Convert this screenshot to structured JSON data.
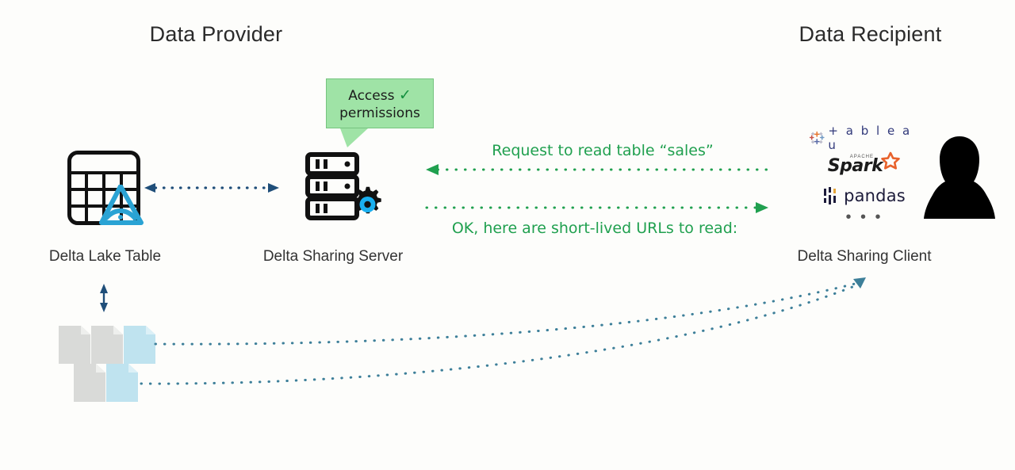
{
  "diagram": {
    "title_left": "Data Provider",
    "title_right": "Data Recipient",
    "background_color": "#fdfdfb"
  },
  "provider": {
    "table": {
      "caption": "Delta Lake Table",
      "icon": "delta-lake-table-icon",
      "accent_color": "#2aa3d4"
    },
    "server": {
      "caption": "Delta Sharing Server",
      "icon": "sharing-server-icon",
      "gear_color": "#1ab0f0"
    },
    "callout": {
      "line1": "Access",
      "line2": "permissions",
      "check": "✓",
      "background_color": "#9fe3a6",
      "check_color": "#13903f"
    },
    "files": {
      "note": "object storage files",
      "gray_color": "#d9dad8",
      "blue_color": "#bfe3ef",
      "row1": [
        "gray",
        "gray",
        "blue"
      ],
      "row2": [
        "gray",
        "blue"
      ]
    }
  },
  "messages": {
    "request": "Request to read table “sales”",
    "response": "OK, here are short-lived URLs to read:",
    "color": "#20a04f"
  },
  "recipient": {
    "caption": "Delta Sharing Client",
    "clients": [
      {
        "name": "tableau",
        "label": "+ a b l e a u",
        "type": "tableau-logo"
      },
      {
        "name": "spark",
        "label": "Spark",
        "sublabel": "APACHE",
        "type": "spark-logo"
      },
      {
        "name": "pandas",
        "label": "pandas",
        "type": "pandas-logo"
      },
      {
        "name": "more",
        "label": "• • •",
        "type": "ellipsis"
      }
    ],
    "avatar": "person-silhouette-icon"
  },
  "connectors": {
    "table_server": {
      "style": "dotted",
      "color": "#1f4e79",
      "direction": "bidirectional"
    },
    "table_files": {
      "style": "solid",
      "color": "#1f4e79",
      "direction": "bidirectional-vertical"
    },
    "request_arrow": {
      "style": "dotted",
      "color": "#20a04f",
      "direction": "right-to-left"
    },
    "response_arrow": {
      "style": "dotted",
      "color": "#20a04f",
      "direction": "left-to-right"
    },
    "file_transfer": {
      "style": "dotted",
      "color": "#3d7f99",
      "direction": "left-to-right",
      "count": 2
    }
  }
}
